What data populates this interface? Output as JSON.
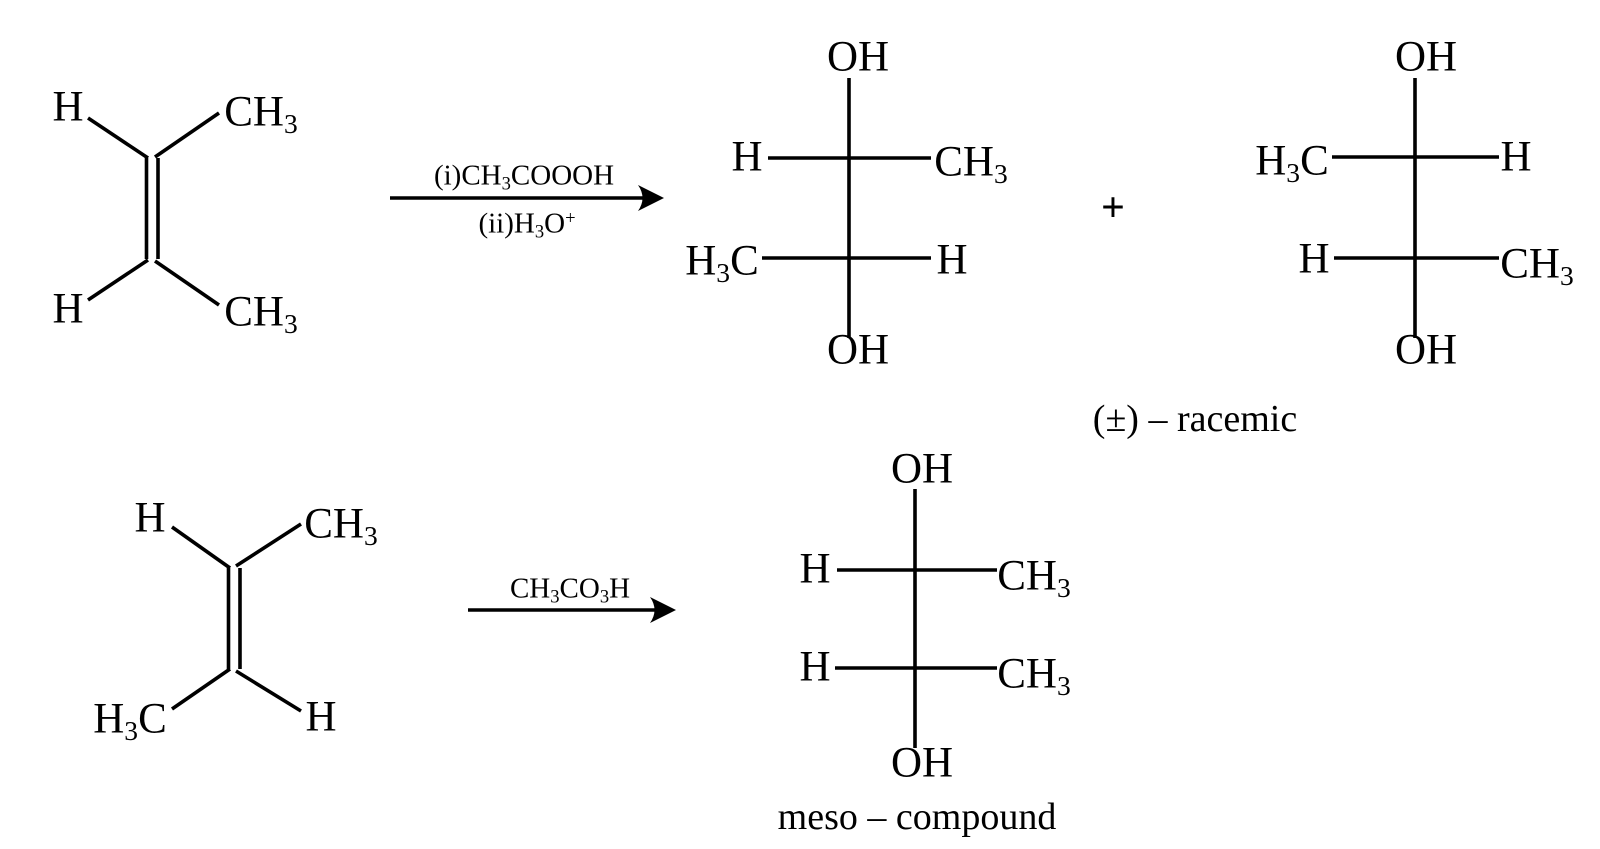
{
  "colors": {
    "ink": "#000000",
    "paper": "#ffffff"
  },
  "top": {
    "alkene": {
      "top_left": "H",
      "top_right": "CH_{3}",
      "bottom_left": "H",
      "bottom_right": "CH_{3}"
    },
    "arrow": {
      "above": "(i)CH_{3}COOOH",
      "below": "(ii)H_{3}O^{+}"
    },
    "fischer_left": {
      "top": "OH",
      "c1_left": "H",
      "c1_right": "CH_{3}",
      "c2_left": "H_{3}C",
      "c2_right": "H",
      "bottom": "OH"
    },
    "plus": "+",
    "fischer_right": {
      "top": "OH",
      "c1_left": "H_{3}C",
      "c1_right": "H",
      "c2_left": "H",
      "c2_right": "CH_{3}",
      "bottom": "OH"
    },
    "product_label": "(±) – racemic"
  },
  "bottom": {
    "alkene": {
      "top_left": "H",
      "top_right": "CH_{3}",
      "bottom_left": "H_{3}C",
      "bottom_right": "H"
    },
    "arrow": {
      "above": "CH_{3}CO_{3}H"
    },
    "fischer": {
      "top": "OH",
      "c1_left": "H",
      "c1_right": "CH_{3}",
      "c2_left": "H",
      "c2_right": "CH_{3}",
      "bottom": "OH"
    },
    "product_label": "meso – compound"
  }
}
